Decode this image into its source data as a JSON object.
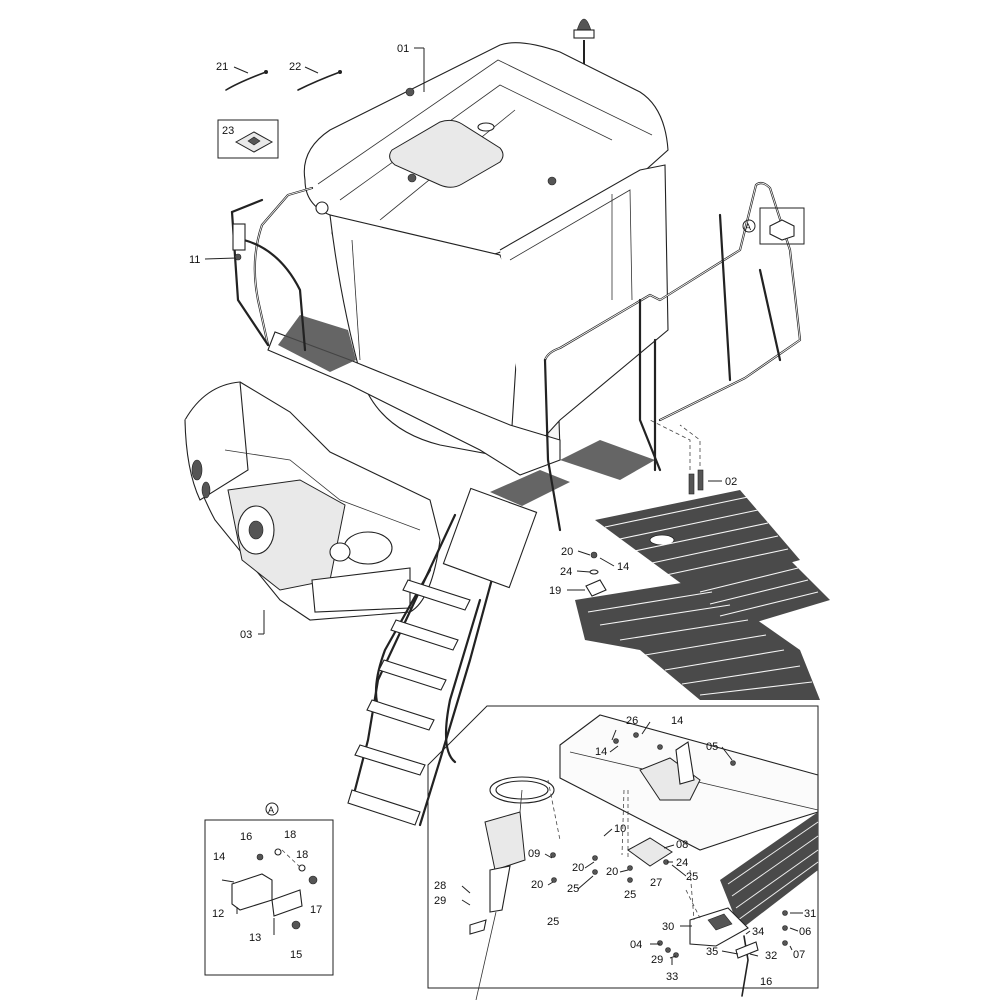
{
  "callouts": {
    "c01": "01",
    "c02": "02",
    "c03": "03",
    "c11": "11",
    "c21": "21",
    "c22": "22",
    "c23": "23",
    "c20a": "20",
    "c24a": "24",
    "c14a": "14",
    "c19a": "19",
    "detailA": {
      "marker": "A",
      "c16": "16",
      "c18a": "18",
      "c14": "14",
      "c18b": "18",
      "c12": "12",
      "c17": "17",
      "c13": "13",
      "c15": "15"
    },
    "markerMain": "A",
    "detailB": {
      "c26": "26",
      "c14a": "14",
      "c14b": "14",
      "c05": "05",
      "c10": "10",
      "c09": "09",
      "c08": "08",
      "c24": "24",
      "c20a": "20",
      "c20b": "20",
      "c20c": "20",
      "c25a": "25",
      "c25b": "25",
      "c25c": "25",
      "c25d": "25",
      "c27": "27",
      "c28": "28",
      "c29a": "29",
      "c30": "30",
      "c31": "31",
      "c06": "06",
      "c04": "04",
      "c29b": "29",
      "c34": "34",
      "c07": "07",
      "c35": "35",
      "c32": "32",
      "c33": "33",
      "c16": "16"
    }
  },
  "icons": {
    "beacon": "beacon-lamp-icon",
    "cable_tie": "cable-tie-icon",
    "clip": "clip-icon"
  }
}
